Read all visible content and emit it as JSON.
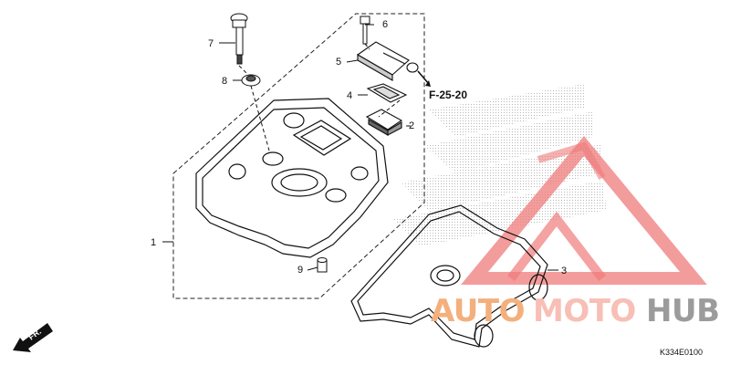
{
  "callouts": [
    {
      "id": "1",
      "label": "1"
    },
    {
      "id": "2",
      "label": "2"
    },
    {
      "id": "3",
      "label": "3"
    },
    {
      "id": "4",
      "label": "4"
    },
    {
      "id": "5",
      "label": "5"
    },
    {
      "id": "6",
      "label": "6"
    },
    {
      "id": "7",
      "label": "7"
    },
    {
      "id": "8",
      "label": "8"
    },
    {
      "id": "9",
      "label": "9"
    }
  ],
  "reference": "F-25-20",
  "diagram_code": "K334E0100",
  "front_indicator": "FR.",
  "watermark": {
    "part1": "AUTO",
    "part2": "MOTO",
    "part3": "HUB",
    "colors": {
      "auto": "#f3b07d",
      "moto": "#f7bfb6",
      "hub": "#9b9b9b",
      "triangle": "#ef7b7b"
    }
  }
}
